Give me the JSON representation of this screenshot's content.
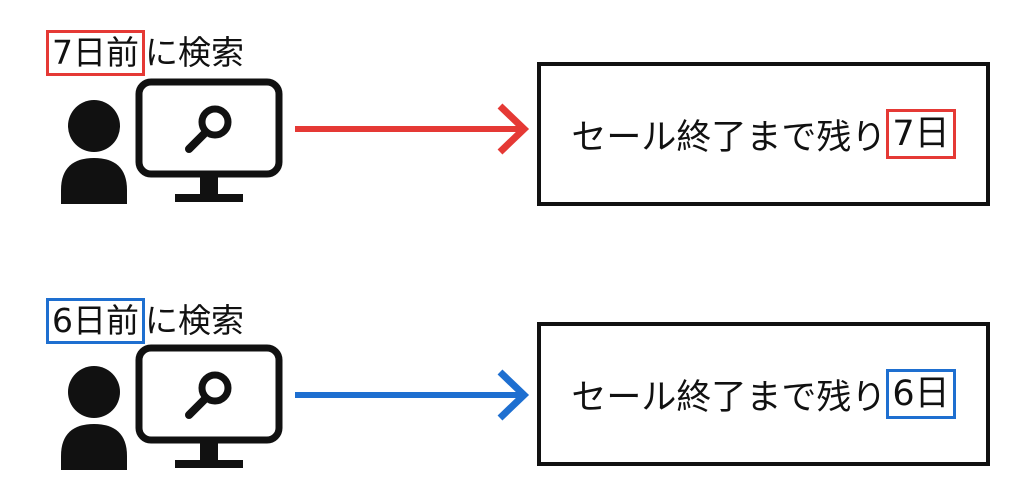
{
  "scenarios": [
    {
      "caption_highlight": "7日前",
      "caption_rest": "に検索",
      "message_text": "セール終了まで残り",
      "message_highlight": "7日",
      "accent_color": "#e53935"
    },
    {
      "caption_highlight": "6日前",
      "caption_rest": "に検索",
      "message_text": "セール終了まで残り",
      "message_highlight": "6日",
      "accent_color": "#1e6fd0"
    }
  ],
  "icons": {
    "user": "user-icon",
    "monitor": "monitor-icon",
    "search": "search-icon",
    "arrow": "arrow-right-icon"
  }
}
